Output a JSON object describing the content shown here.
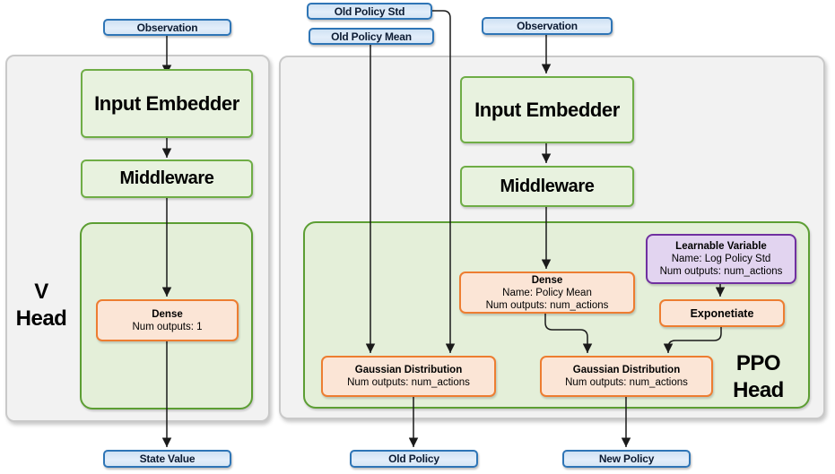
{
  "diagram": {
    "v_head": {
      "label_line1": "V",
      "label_line2": "Head",
      "observation": "Observation",
      "input_embedder": "Input Embedder",
      "middleware": "Middleware",
      "dense_title": "Dense",
      "dense_outputs": "Num outputs: 1",
      "state_value": "State Value"
    },
    "ppo_head": {
      "label_line1": "PPO",
      "label_line2": "Head",
      "old_policy_std": "Old Policy Std",
      "old_policy_mean": "Old Policy Mean",
      "observation": "Observation",
      "input_embedder": "Input Embedder",
      "middleware": "Middleware",
      "dense_title": "Dense",
      "dense_name": "Name: Policy Mean",
      "dense_outputs": "Num outputs: num_actions",
      "learnable_title": "Learnable Variable",
      "learnable_name": "Name: Log Policy Std",
      "learnable_outputs": "Num outputs: num_actions",
      "exponetiate": "Exponetiate",
      "gaussian_old_title": "Gaussian Distribution",
      "gaussian_old_outputs": "Num outputs: num_actions",
      "gaussian_new_title": "Gaussian Distribution",
      "gaussian_new_outputs": "Num outputs: num_actions",
      "old_policy": "Old Policy",
      "new_policy": "New Policy"
    },
    "colors": {
      "blue_border": "#2E75B6",
      "blue_fill": "#DBE9F8",
      "green_border": "#6FAD46",
      "green_fill": "#E8F2DF",
      "green_panel_border": "#5C9E33",
      "green_panel_fill": "#E4EFD9",
      "orange_border": "#ED7D31",
      "orange_fill": "#FBE5D6",
      "purple_border": "#7030A0",
      "purple_fill": "#E2D4F0",
      "gray_panel_fill": "#F2F2F2",
      "gray_panel_border": "#C9C9C9",
      "arrow": "#1A1A1A"
    }
  }
}
